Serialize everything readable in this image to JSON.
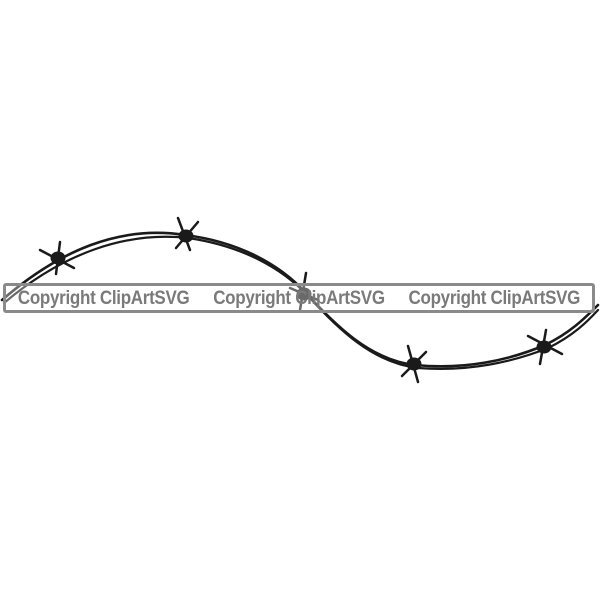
{
  "image": {
    "subject": "barbed wire",
    "background_color": "#ffffff",
    "wire_color": "#1a1a1a",
    "barb_count": 5
  },
  "watermark": {
    "texts": [
      "Copyright ClipArtSVG",
      "Copyright ClipArtSVG",
      "Copyright ClipArtSVG"
    ],
    "text_color": "#7a7a7a",
    "border_color": "#8a8a8a"
  }
}
